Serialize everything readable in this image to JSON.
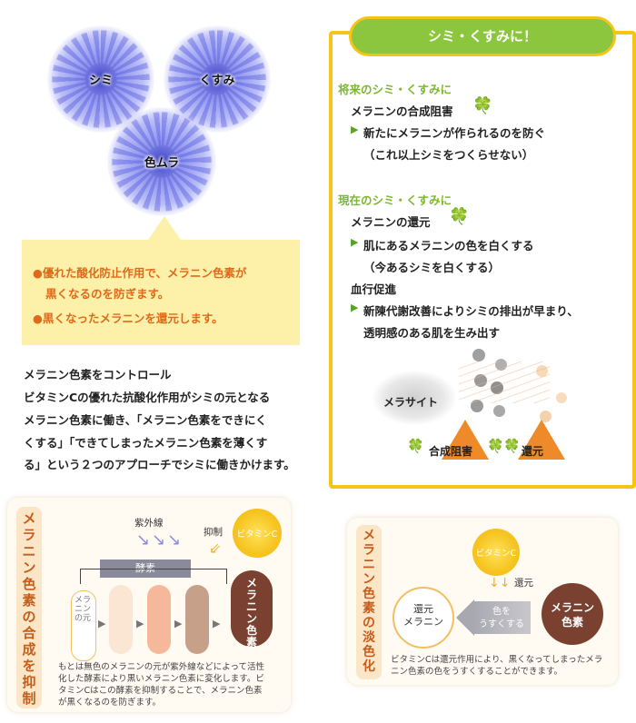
{
  "flowers": {
    "shimi": "シミ",
    "kusumi": "くすみ",
    "iromura": "色ムラ"
  },
  "yellow_box": {
    "line1": "●優れた酸化防止作用で、メラニン色素が",
    "line2": "黒くなるのを防ぎます。",
    "line3": "●黒くなったメラニンを還元します。"
  },
  "body_text": [
    "メラニン色素をコントロール",
    "ビタミンCの優れた抗酸化作用がシミの元となる",
    "メラニン色素に働き、「メラニン色素をできにく",
    "くする」「できてしまったメラニン色素を薄くす",
    "る」という２つのアプローチでシミに働きかけます。"
  ],
  "right_panel": {
    "title": "シミ・くすみに！",
    "future_head": "将来のシミ・くすみに",
    "future_item": "メラニンの合成阻害",
    "future_desc1": "新たにメラニンが作られるのを防ぐ",
    "future_desc2": "（これ以上シミをつくらせない）",
    "present_head": "現在のシミ・くすみに",
    "present_item": "メラニンの還元",
    "present_desc1": "肌にあるメラニンの色を白くする",
    "present_desc2": "（今あるシミを白くする）",
    "circ_item": "血行促進",
    "circ_desc1": "新陳代謝改善によりシミの排出が早まり、",
    "circ_desc2": "透明感のある肌を生み出す",
    "melacyte": "メラサイト",
    "synth_label": "合成阻害",
    "reduce_label": "還元",
    "arrow_glyph": "▶",
    "clover_glyph": "🍀"
  },
  "bottom_left": {
    "vtitle": [
      "メ",
      "ラ",
      "ニ",
      "ン",
      "色",
      "素",
      "の",
      "合",
      "成",
      "を",
      "抑",
      "制"
    ],
    "uv": "紫外線",
    "inhibit": "抑制",
    "vitc": "ビタミンC",
    "enzyme": "酵素",
    "melanin_source": "メラニンの元",
    "melanin_pigment": "メラニン色素",
    "caption1": "もとは無色のメラニンの元が紫外線などによって活性",
    "caption2": "化した酵素により黒いメラニン色素に変化します。ビ",
    "caption3": "タミンCはこの酵素を抑制することで、メラニン色素",
    "caption4": "が黒くなるのを防ぎます。"
  },
  "bottom_right": {
    "vtitle": [
      "メ",
      "ラ",
      "ニ",
      "ン",
      "色",
      "素",
      "の",
      "淡",
      "色",
      "化"
    ],
    "vitc": "ビタミンC",
    "reduce": "還元",
    "reduced_melanin1": "還元",
    "reduced_melanin2": "メラニン",
    "lighten1": "色を",
    "lighten2": "うすくする",
    "melanin1": "メラニン",
    "melanin2": "色素",
    "caption1": "ビタミンCは還元作用により、黒くなってしまったメラ",
    "caption2": "ニン色素の色をうすくすることができます。"
  },
  "colors": {
    "accent_yellow": "#f4c416",
    "green": "#8cc63f",
    "orange": "#ee8a2a",
    "brown": "#7a4030"
  }
}
